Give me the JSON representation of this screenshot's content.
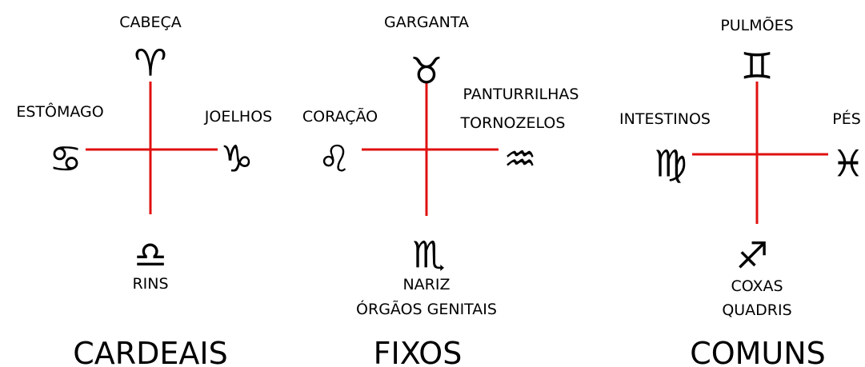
{
  "colors": {
    "axis": "#e01010",
    "text": "#000000",
    "background": "#ffffff"
  },
  "groups": [
    {
      "title": "CARDEAIS",
      "top": {
        "icon": "aries-icon",
        "glyph": "♈",
        "lines": [
          "CABEÇA"
        ]
      },
      "left": {
        "icon": "cancer-icon",
        "glyph": "♋",
        "lines": [
          "ESTÔMAGO"
        ]
      },
      "right": {
        "icon": "capricorn-icon",
        "glyph": "♑",
        "lines": [
          "JOELHOS"
        ]
      },
      "bottom": {
        "icon": "libra-icon",
        "glyph": "♎",
        "lines": [
          "RINS"
        ]
      }
    },
    {
      "title": "FIXOS",
      "top": {
        "icon": "taurus-icon",
        "glyph": "♉",
        "lines": [
          "GARGANTA"
        ]
      },
      "left": {
        "icon": "leo-icon",
        "glyph": "♌",
        "lines": [
          "CORAÇÃO"
        ]
      },
      "right": {
        "icon": "aquarius-icon",
        "glyph": "♒",
        "lines": [
          "PANTURRILHAS",
          "TORNOZELOS"
        ]
      },
      "bottom": {
        "icon": "scorpio-icon",
        "glyph": "♏",
        "lines": [
          "NARIZ",
          "ÓRGÃOS GENITAIS"
        ]
      }
    },
    {
      "title": "COMUNS",
      "top": {
        "icon": "gemini-icon",
        "glyph": "♊",
        "lines": [
          "PULMÕES"
        ]
      },
      "left": {
        "icon": "virgo-icon",
        "glyph": "♍",
        "lines": [
          "INTESTINOS"
        ]
      },
      "right": {
        "icon": "pisces-icon",
        "glyph": "♓",
        "lines": [
          "PÉS"
        ]
      },
      "bottom": {
        "icon": "sagittarius-icon",
        "glyph": "♐",
        "lines": [
          "COXAS",
          "QUADRIS"
        ]
      }
    }
  ]
}
